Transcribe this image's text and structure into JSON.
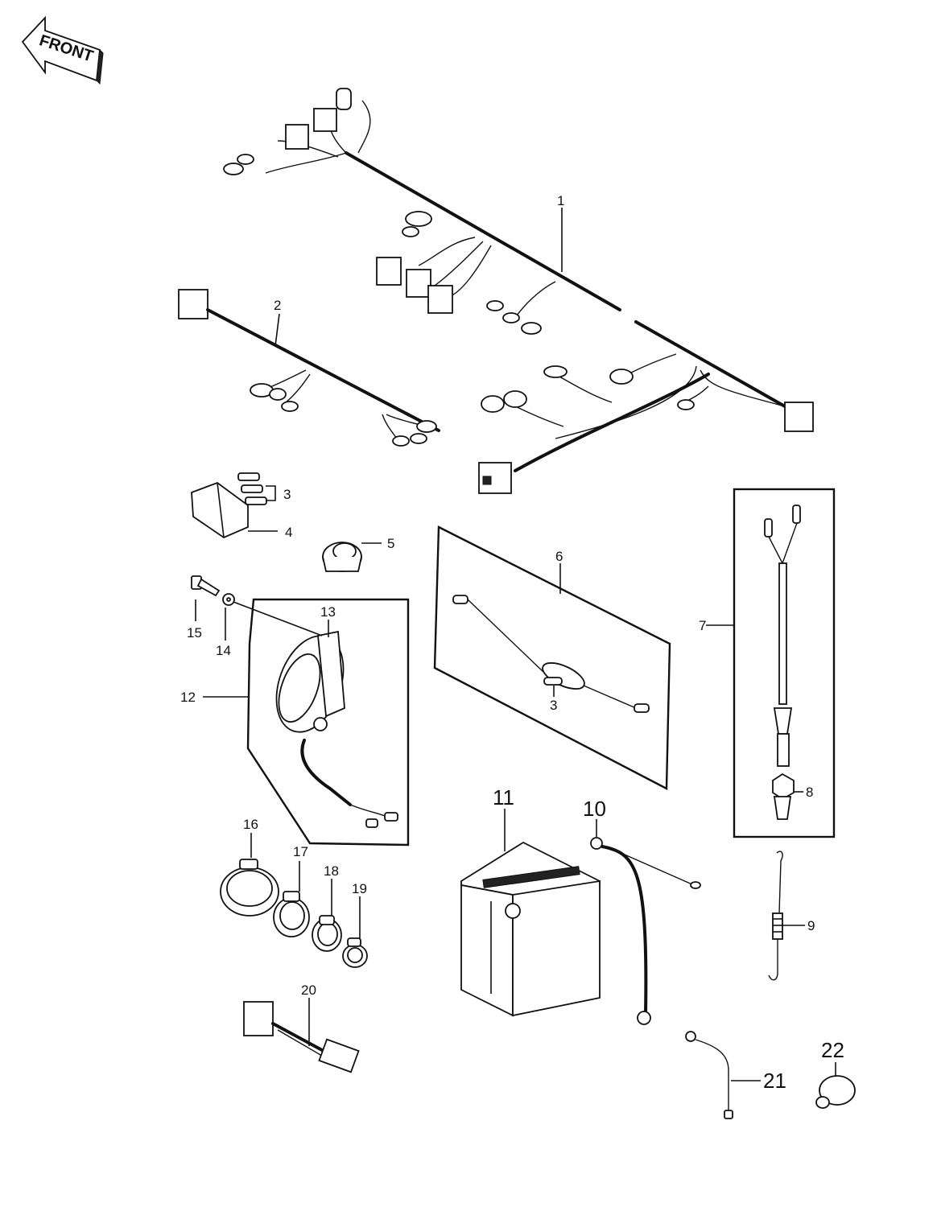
{
  "direction_label": "FRONT",
  "callouts": {
    "c1": "1",
    "c2": "2",
    "c3a": "3",
    "c3b": "3",
    "c4": "4",
    "c5": "5",
    "c6": "6",
    "c7": "7",
    "c8": "8",
    "c9": "9",
    "c10": "10",
    "c11": "11",
    "c12": "12",
    "c13": "13",
    "c14": "14",
    "c15": "15",
    "c16": "16",
    "c17": "17",
    "c18": "18",
    "c19": "19",
    "c20": "20",
    "c21": "21",
    "c22": "22"
  },
  "colors": {
    "ink": "#111111",
    "paper": "#ffffff"
  }
}
